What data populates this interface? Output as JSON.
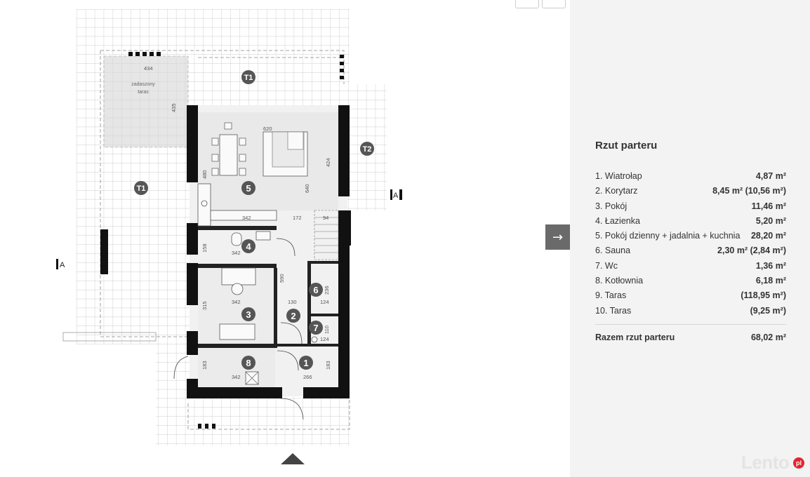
{
  "panel": {
    "title": "Rzut parteru",
    "rooms": [
      {
        "name": "1. Wiatrołap",
        "area": "4,87 m²"
      },
      {
        "name": "2. Korytarz",
        "area": "8,45 m² (10,56 m²)"
      },
      {
        "name": "3. Pokój",
        "area": "11,46 m²"
      },
      {
        "name": "4. Łazienka",
        "area": "5,20 m²"
      },
      {
        "name": "5. Pokój dzienny + jadalnia + kuchnia",
        "area": "28,20 m²"
      },
      {
        "name": "6. Sauna",
        "area": "2,30 m² (2,84 m²)"
      },
      {
        "name": "7. Wc",
        "area": "1,36 m²"
      },
      {
        "name": "8. Kotłownia",
        "area": "6,18 m²"
      },
      {
        "name": "9. Taras",
        "area": "(118,95 m²)"
      },
      {
        "name": "10. Taras",
        "area": "(9,25 m²)"
      }
    ],
    "total_label": "Razem rzut parteru",
    "total_area": "68,02 m²"
  },
  "plan": {
    "room_numbers": [
      "1",
      "2",
      "3",
      "4",
      "5",
      "6",
      "7",
      "8"
    ],
    "terrace_labels": [
      "T1",
      "T1",
      "T2"
    ],
    "section_marks": [
      "A",
      "A"
    ],
    "dimensions": [
      "434",
      "435",
      "620",
      "480",
      "640",
      "424",
      "342",
      "172",
      "94",
      "158",
      "342",
      "590",
      "342",
      "236",
      "130",
      "124",
      "315",
      "342",
      "110",
      "124",
      "183",
      "266",
      "183",
      "342"
    ],
    "terrace_text_1": "zadaszony",
    "terrace_text_2": "taras"
  },
  "navigation": {
    "next_icon": "arrow-right-icon",
    "up_icon": "triangle-up-icon"
  },
  "logo": {
    "text": "Lento",
    "badge": "pl"
  },
  "colors": {
    "wall": "#111111",
    "grid": "#bdbdbd",
    "terrace": "#e6e6e6",
    "room_circle": "#555555",
    "nav_button": "#6a6a6a",
    "logo_badge": "#e3262e"
  }
}
